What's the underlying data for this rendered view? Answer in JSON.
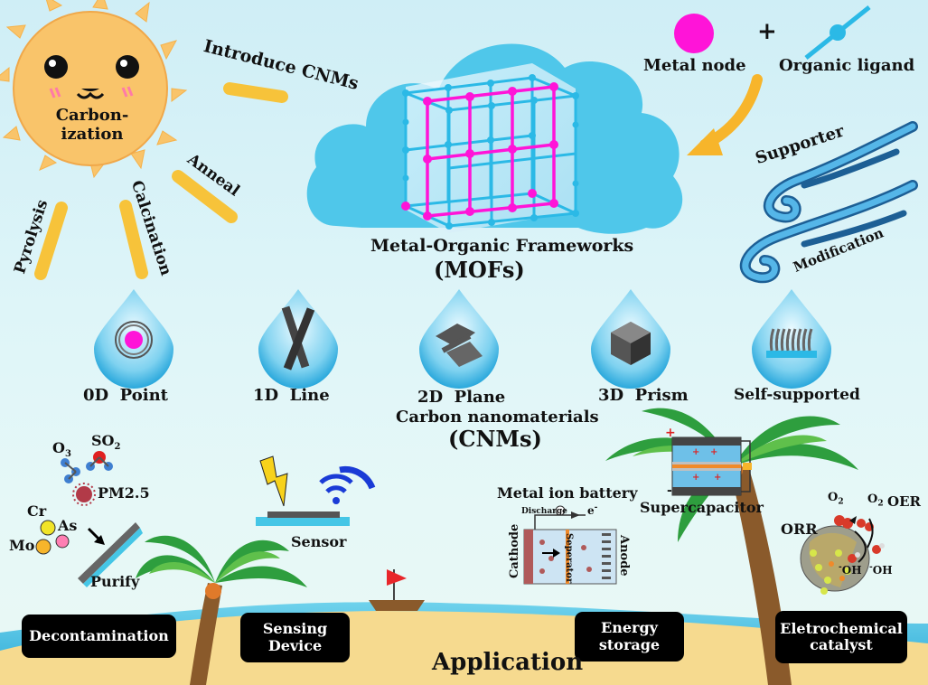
{
  "sun": {
    "label_line1": "Carbon-",
    "label_line2": "ization"
  },
  "processes": {
    "introduce": "Introduce CNMs",
    "anneal": "Anneal",
    "calcination": "Calcination",
    "pyrolysis": "Pyrolysis"
  },
  "mof": {
    "title": "Metal-Organic Frameworks",
    "abbr": "(MOFs)"
  },
  "legend": {
    "metal_node": "Metal node",
    "plus": "+",
    "organic_ligand": "Organic ligand"
  },
  "wind": {
    "supporter": "Supporter",
    "modification": "Modification"
  },
  "dimensions": [
    {
      "label": "0D  Point"
    },
    {
      "label": "1D  Line"
    },
    {
      "label": "2D  Plane"
    },
    {
      "label": "3D  Prism"
    },
    {
      "label": "Self-supported"
    }
  ],
  "cnm": {
    "title": "Carbon nanomaterials",
    "abbr": "(CNMs)"
  },
  "decontam": {
    "o3": "O",
    "o3_sub": "3",
    "so2": "SO",
    "so2_sub": "2",
    "pm": "PM2.5",
    "cr": "Cr",
    "as": "As",
    "mo": "Mo",
    "purify": "Purify"
  },
  "sensor": {
    "label": "Sensor"
  },
  "battery": {
    "title": "Metal ion battery",
    "discharge": "Discharge",
    "electron": "e",
    "electron_sup": "-",
    "cathode": "Cathode",
    "separator": "Seperator",
    "anode": "Anode"
  },
  "supercap": {
    "label": "Supercapacitor",
    "plus": "+",
    "minus": "-"
  },
  "catalyst": {
    "orr": "ORR",
    "oer": "OER",
    "o2a": "O",
    "o2a_sub": "2",
    "o2b": "O",
    "o2b_sub": "2",
    "oh1": "OH",
    "oh2": "OH",
    "oh_sup": "-"
  },
  "applications": {
    "decontamination": "Decontamination",
    "sensing_line1": "Sensing",
    "sensing_line2": "Device",
    "energy_line1": "Energy",
    "energy_line2": "storage",
    "catalyst_line1": "Eletrochemical",
    "catalyst_line2": "catalyst"
  },
  "footer": {
    "application": "Application"
  },
  "colors": {
    "magenta": "#ff14d8",
    "cyan": "#2bb9e6",
    "sun": "#f9c46a",
    "ray": "#f7c33a",
    "cloud": "#4fc7ea",
    "sand": "#f6da8f"
  }
}
